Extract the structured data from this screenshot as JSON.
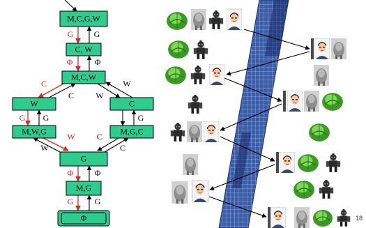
{
  "nodes": {
    "start": "M,C,G,W",
    "cw": "C, W",
    "mcw": "M,C,W",
    "w": "W",
    "c": "C",
    "mwg": "M,W,G",
    "mgc": "M,G,C",
    "g": "G",
    "mg": "M,G",
    "goal": "Φ"
  },
  "edge_labels": {
    "l1_red": "G",
    "l1_blk": "G",
    "l2_red": "Φ",
    "l2_blk": "Φ",
    "l3_red": "C",
    "l3_blk_left": "C",
    "l3_blk_w": "W",
    "l3_blk_right": "W",
    "l4_red": "G",
    "l4_blk_left": "G",
    "l4_blk_right": "G",
    "l5_red": "W",
    "l5_blk_w": "W",
    "l5_blk_c": "C",
    "l5_blk_cr": "C",
    "l6_red": "Φ",
    "l6_blk": "Φ",
    "l7_red": "G",
    "l7_blk": "G"
  },
  "page_number": "18",
  "colors": {
    "node": "#2ecc8f",
    "red_path": "#e8201c",
    "river": "#3c5ea8"
  },
  "icons": [
    "cabbage-icon",
    "goat-icon",
    "wolf-icon",
    "man-icon"
  ]
}
